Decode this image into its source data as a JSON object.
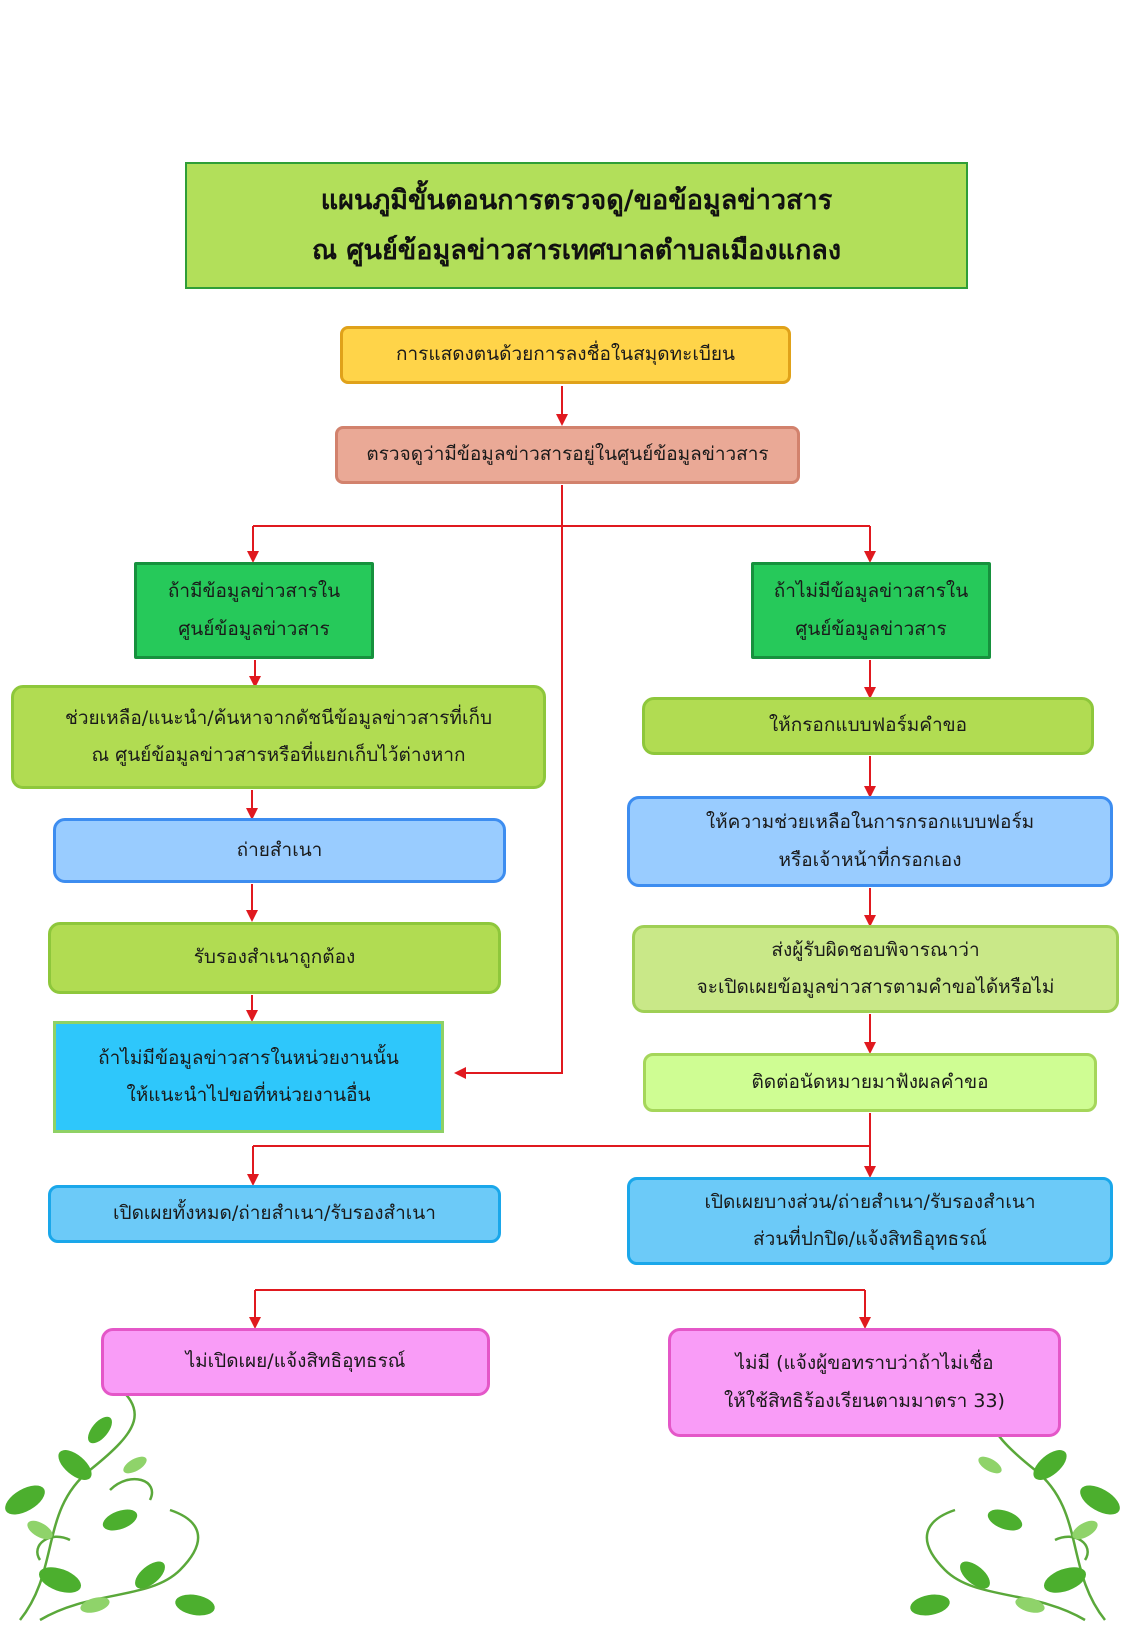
{
  "title": {
    "line1": "แผนภูมิขั้นตอนการตรวจดู/ขอข้อมูลข่าวสาร",
    "line2": "ณ ศูนย์ข้อมูลข่าวสารเทศบาลตำบลเมืองแกลง"
  },
  "steps": {
    "register": "การแสดงตนด้วยการลงชื่อในสมุดทะเบียน",
    "check": "ตรวจดูว่ามีข้อมูลข่าวสารอยู่ในศูนย์ข้อมูลข่าวสาร",
    "left": {
      "has_info": [
        "ถ้ามีข้อมูลข่าวสารใน",
        "ศูนย์ข้อมูลข่าวสาร"
      ],
      "assist": [
        "ช่วยเหลือ/แนะนำ/ค้นหาจากดัชนีข้อมูลข่าวสารที่เก็บ",
        "ณ ศูนย์ข้อมูลข่าวสารหรือที่แยกเก็บไว้ต่างหาก"
      ],
      "copy": "ถ่ายสำเนา",
      "certify": "รับรองสำเนาถูกต้อง",
      "not_in_unit": [
        "ถ้าไม่มีข้อมูลข่าวสารในหน่วยงานนั้น",
        "ให้แนะนำไปขอที่หน่วยงานอื่น"
      ],
      "disclose_all": "เปิดเผยทั้งหมด/ถ่ายสำเนา/รับรองสำเนา",
      "not_disclose": "ไม่เปิดเผย/แจ้งสิทธิอุทธรณ์"
    },
    "right": {
      "no_info": [
        "ถ้าไม่มีข้อมูลข่าวสารใน",
        "ศูนย์ข้อมูลข่าวสาร"
      ],
      "fill_form": "ให้กรอกแบบฟอร์มคำขอ",
      "help_form": [
        "ให้ความช่วยเหลือในการกรอกแบบฟอร์ม",
        "หรือเจ้าหน้าที่กรอกเอง"
      ],
      "consider": [
        "ส่งผู้รับผิดชอบพิจารณาว่า",
        "จะเปิดเผยข้อมูลข่าวสารตามคำขอได้หรือไม่"
      ],
      "appointment": "ติดต่อนัดหมายมาฟังผลคำขอ",
      "disclose_partial": [
        "เปิดเผยบางส่วน/ถ่ายสำเนา/รับรองสำเนา",
        "ส่วนที่ปกปิด/แจ้งสิทธิอุทธรณ์"
      ],
      "none": [
        "ไม่มี (แจ้งผู้ขอทราบว่าถ้าไม่เชื่อ",
        "ให้ใช้สิทธิร้องเรียนตามมาตรา 33)"
      ]
    }
  },
  "colors": {
    "arrow": "#e0191f",
    "leaf": "#3c9a2a"
  }
}
